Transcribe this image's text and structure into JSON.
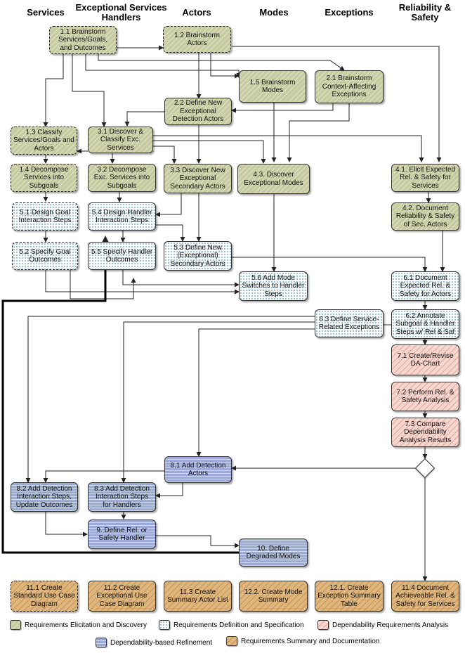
{
  "columns": {
    "services": "Services",
    "exceptional_services_handlers": "Exceptional Services\nHandlers",
    "actors": "Actors",
    "modes": "Modes",
    "exceptions": "Exceptions",
    "reliability_safety": "Reliability &\nSafety"
  },
  "boxes": {
    "b1_1": "1.1 Brainstorm Services/Goals, and Outcomes",
    "b1_2": "1.2 Brainstorm Actors",
    "b1_5": "1.5 Brainstorm Modes",
    "b2_1": "2.1 Brainstorm Context-Affecting Exceptions",
    "b2_2": "2.2 Define New Exceptional Detection Actors",
    "b1_3": "1.3 Classify Services/Goals and Actors",
    "b3_1": "3.1 Discover & Classify Exc. Services",
    "b1_4": "1.4 Decompose Services into Subgoals",
    "b3_2": "3.2 Decompose Exc. Services into Subgoals",
    "b3_3": "3.3 Discover New Exceptional Secondary Actors",
    "b4_3": "4.3. Discover Exceptional Modes",
    "b4_1": "4.1. Elicit Expected Rel. & Safety for Services",
    "b4_2": "4.2. Document Reliability & Safety of Sec. Actors",
    "b5_1": "5.1 Design Goal Interaction Steps",
    "b5_4": "5.4 Design Handler Interaction Steps",
    "b5_2": "5.2 Specify Goal Outcomes",
    "b5_5": "5.5 Specify Handler Outcomes",
    "b5_3": "5.3 Define New (Exceptional) Secondary Actors",
    "b5_6": "5.6 Add Mode Switches to Handler Steps",
    "b6_1": "6.1 Document Expected Rel. & Safety for Actors",
    "b6_3": "6.3 Define Service-Related Exceptions",
    "b6_2": "6.2 Annotate Subgoal & Handler Steps w/ Rel & Saf",
    "b7_1": "7.1 Create/Revise DA-Chart",
    "b7_2": "7.2 Perform Rel. & Safety Analysis",
    "b7_3": "7.3 Compare Dependability Analysis Results",
    "b8_1": "8.1 Add Detection Actors",
    "b8_2": "8.2 Add Detection Interaction Steps, Update Outcomes",
    "b8_3": "8.3 Add Detection Interaction Steps for Handlers",
    "b9": "9. Define Rel. or Safety Handler",
    "b10": "10. Define Degraded Modes",
    "b11_1": "11.1 Create Standard Use Case Diagram",
    "b11_2": "11.2 Create Exceptional Use Case Diagram",
    "b11_3": "11.3 Create Summary Actor List",
    "b12_2": "12.2. Create Mode Summary",
    "b12_1": "12.1. Create Exception Summary Table",
    "b11_4": "11.4 Document Achieveable Rel. & Safety for Services"
  },
  "legend": {
    "elicitation": "Requirements Elicitation and Discovery",
    "definition": "Requirements Definition and Specification",
    "dependability": "Dependability Requirements Analysis",
    "refinement": "Dependability-based Refinement",
    "summary": "Requirements Summary and Documentation"
  },
  "colors": {
    "elicitation": "#c7cba0",
    "definition": "#ffffff",
    "dependability": "#f7d6ce",
    "refinement": "#9cabd6",
    "summary": "#dfb57c"
  }
}
